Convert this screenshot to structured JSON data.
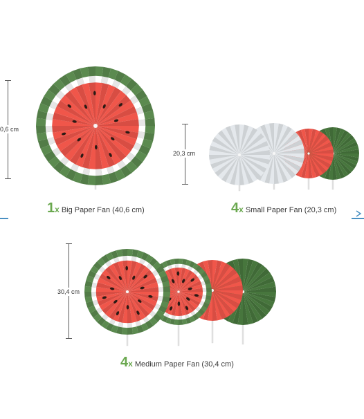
{
  "colors": {
    "green": "#5b8a4f",
    "dark_green": "#47763d",
    "red": "#f0564a",
    "white": "#ffffff",
    "silver": "#e4e8ec",
    "seed": "#2b1a14",
    "accent": "#6aa84f",
    "divider": "#4a90c2"
  },
  "big": {
    "dimension": "0,6 cm",
    "quantity": "1",
    "multiplier": "x",
    "label": "Big Paper Fan (40,6 cm)"
  },
  "small": {
    "dimension": "20,3 cm",
    "quantity": "4",
    "multiplier": "x",
    "label": "Small Paper Fan (20,3 cm)"
  },
  "medium": {
    "dimension": "30,4 cm",
    "quantity": "4",
    "multiplier": "x",
    "label": "Medium Paper Fan (30,4 cm)"
  }
}
